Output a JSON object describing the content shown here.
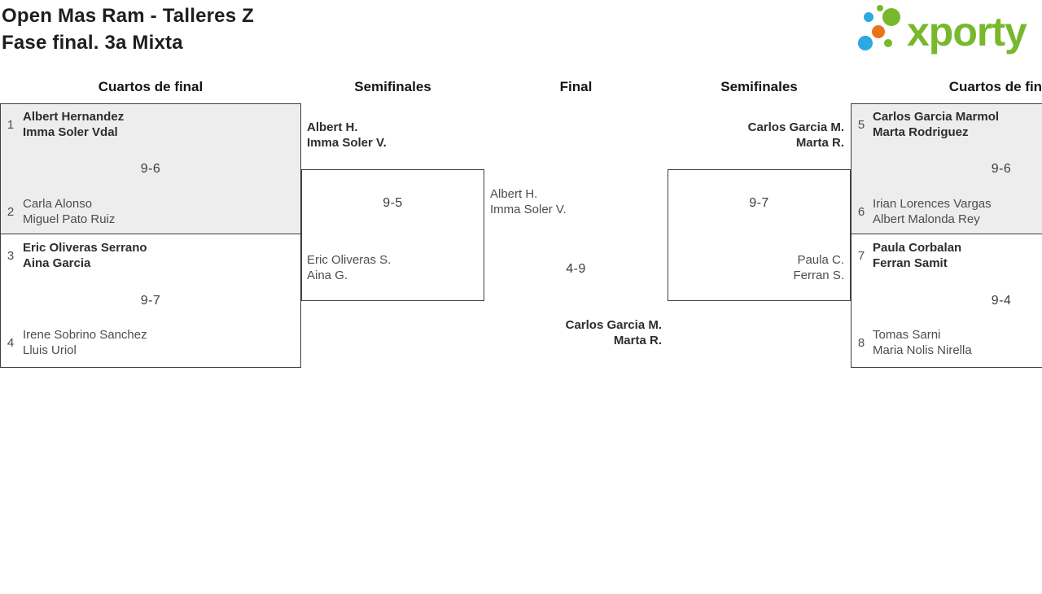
{
  "header": {
    "title_line1": "Open Mas Ram - Talleres Z",
    "title_line2": "Fase final. 3a Mixta"
  },
  "logo": {
    "text": "xporty"
  },
  "round_headers": {
    "left_quarters": "Cuartos de final",
    "left_semis": "Semifinales",
    "final": "Final",
    "right_semis": "Semifinales",
    "right_quarters": "Cuartos de final"
  },
  "matches": {
    "qf1": {
      "seed_top": "1",
      "top1": "Albert Hernandez",
      "top2": "Imma Soler Vdal",
      "score": "9-6",
      "seed_bottom": "2",
      "bottom1": "Carla Alonso",
      "bottom2": "Miguel Pato Ruiz"
    },
    "qf2": {
      "seed_top": "3",
      "top1": "Eric Oliveras Serrano",
      "top2": "Aina Garcia",
      "score": "9-7",
      "seed_bottom": "4",
      "bottom1": "Irene Sobrino Sanchez",
      "bottom2": "Lluis Uriol"
    },
    "sf_left": {
      "top1": "Albert H.",
      "top2": "Imma Soler V.",
      "score": "9-5",
      "bottom1": "Eric Oliveras S.",
      "bottom2": "Aina G."
    },
    "final": {
      "top1": "Albert H.",
      "top2": "Imma Soler V.",
      "score": "4-9",
      "bottom1": "Carlos Garcia M.",
      "bottom2": "Marta R."
    },
    "sf_right": {
      "top1": "Carlos Garcia M.",
      "top2": "Marta R.",
      "score": "9-7",
      "bottom1": "Paula C.",
      "bottom2": "Ferran S."
    },
    "qf3": {
      "seed_top": "5",
      "top1": "Carlos Garcia Marmol",
      "top2": "Marta Rodriguez",
      "score": "9-6",
      "seed_bottom": "6",
      "bottom1": "Irian Lorences Vargas",
      "bottom2": "Albert Malonda Rey"
    },
    "qf4": {
      "seed_top": "7",
      "top1": "Paula Corbalan",
      "top2": "Ferran Samit",
      "score": "9-4",
      "seed_bottom": "8",
      "bottom1": "Tomas Sarni",
      "bottom2": "Maria Nolis Nirella"
    }
  },
  "colors": {
    "green": "#77b82c",
    "blue": "#2ba9e0",
    "orange": "#e8741a",
    "winner_bg": "#ededed",
    "border": "#3e3e3e",
    "winner_text": "#2d2d2d",
    "loser_text": "#4d4d4d",
    "title_text": "#1e1e1e"
  }
}
